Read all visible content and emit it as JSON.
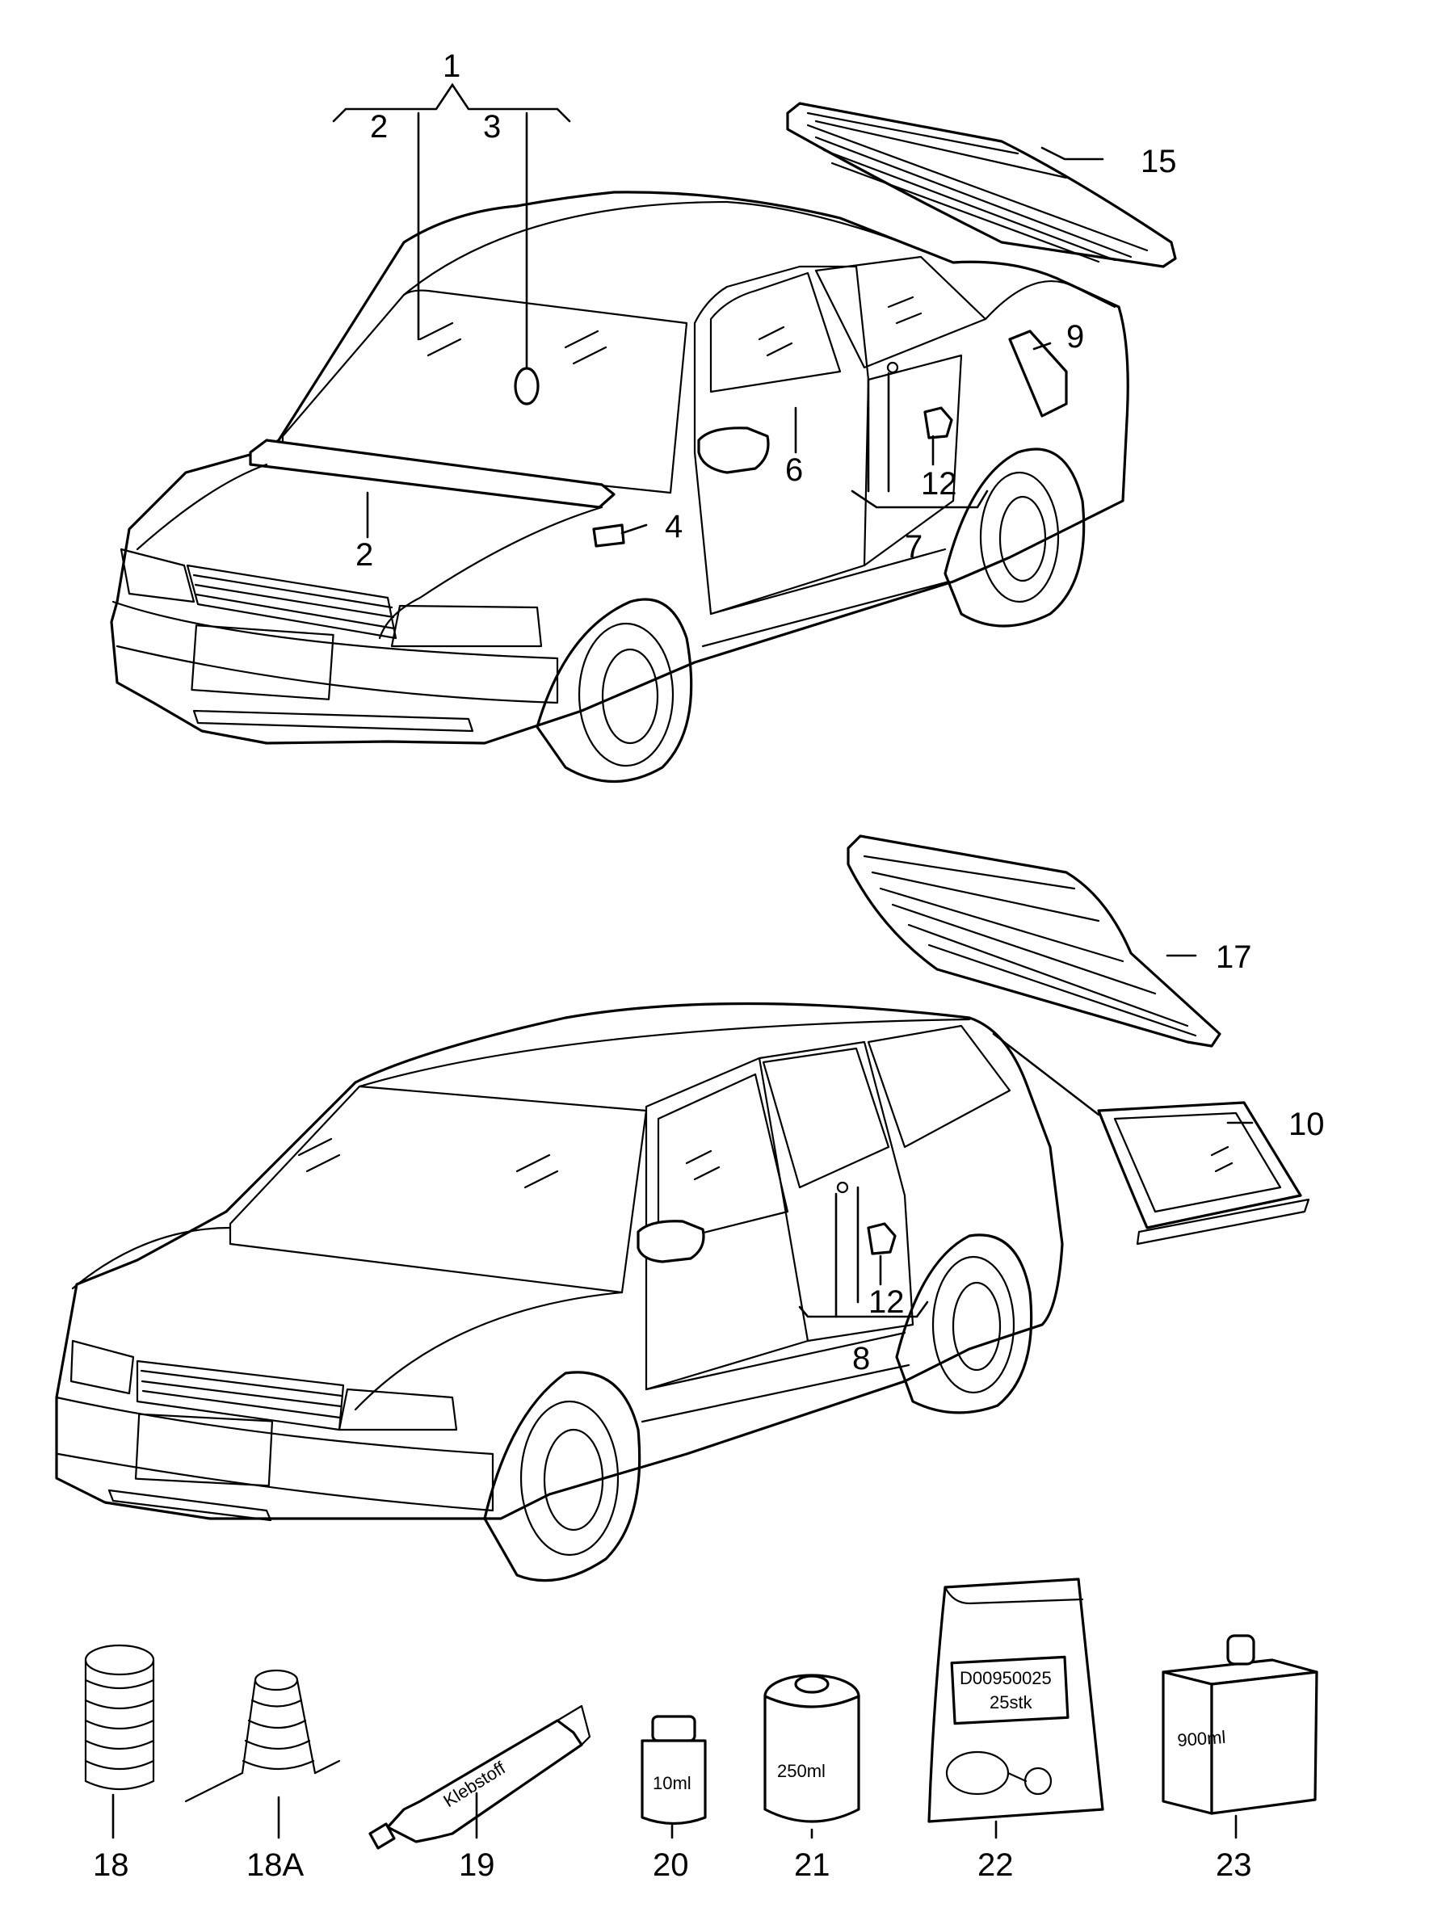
{
  "callouts": {
    "c1": "1",
    "c2a": "2",
    "c3": "3",
    "c2b": "2",
    "c4": "4",
    "c6": "6",
    "c12a": "12",
    "c7": "7",
    "c9": "9",
    "c15": "15",
    "c17": "17",
    "c10": "10",
    "c12b": "12",
    "c8": "8",
    "c18": "18",
    "c18a": "18A",
    "c19": "19",
    "c20": "20",
    "c21": "21",
    "c22": "22",
    "c23": "23"
  },
  "package_labels": {
    "tube": "Klebstoff",
    "bottle_small": "10ml",
    "can": "250ml",
    "bag_code": "D00950025",
    "bag_count": "25stk",
    "box": "900ml"
  }
}
